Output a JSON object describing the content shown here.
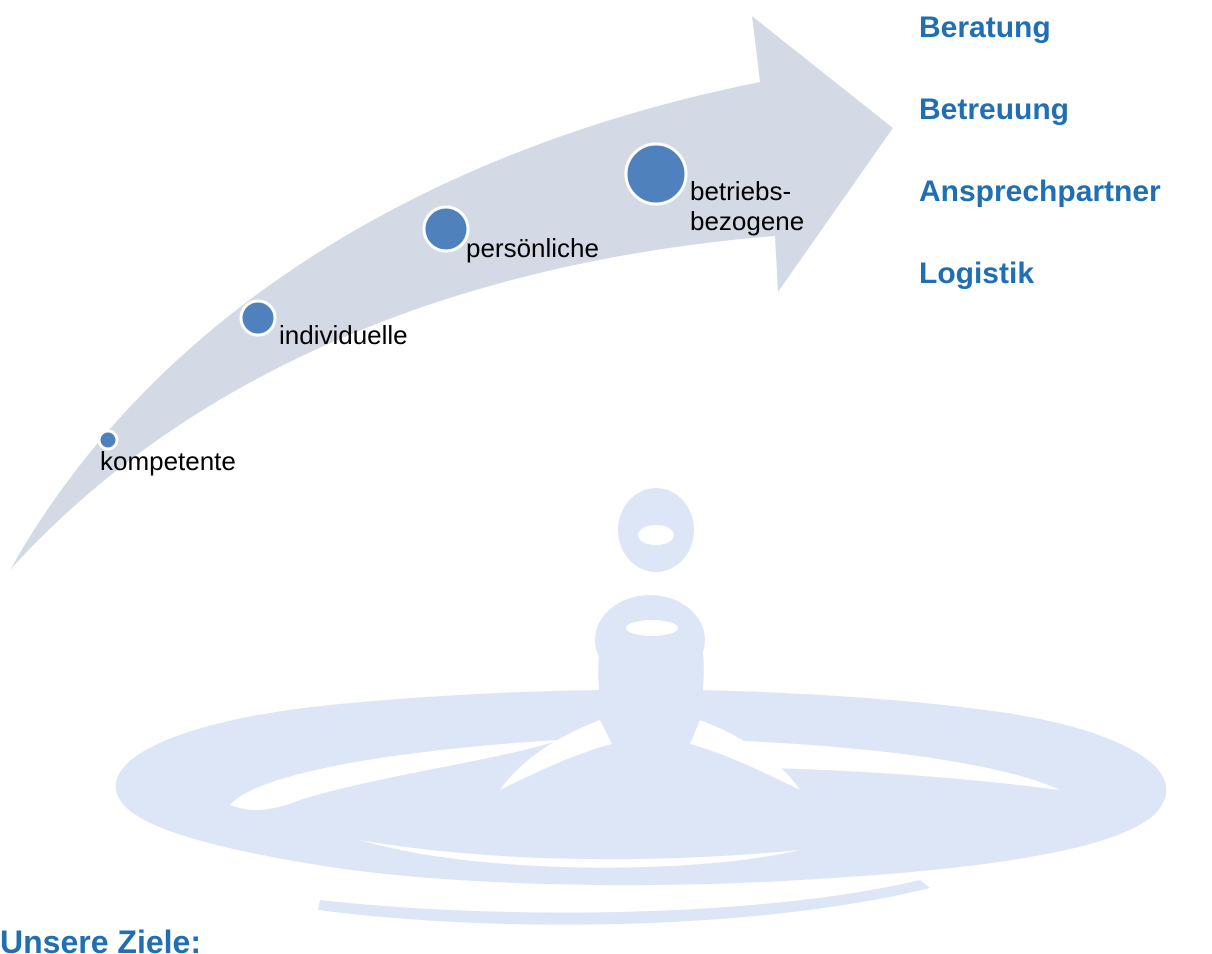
{
  "steps": [
    {
      "label": "kompetente"
    },
    {
      "label": "individuelle"
    },
    {
      "label": "persönliche"
    },
    {
      "label": "betriebs-\nbezogene"
    }
  ],
  "services": [
    {
      "label": "Beratung"
    },
    {
      "label": "Betreuung"
    },
    {
      "label": "Ansprechpartner"
    },
    {
      "label": "Logistik"
    }
  ],
  "section_heading": "Unsere Ziele:",
  "colors": {
    "arrow": "#d3dae6",
    "dot": "#4f81bd",
    "dot_ring": "#ffffff",
    "service_text": "#1f6fb2",
    "watermark": "#dde6f6"
  }
}
